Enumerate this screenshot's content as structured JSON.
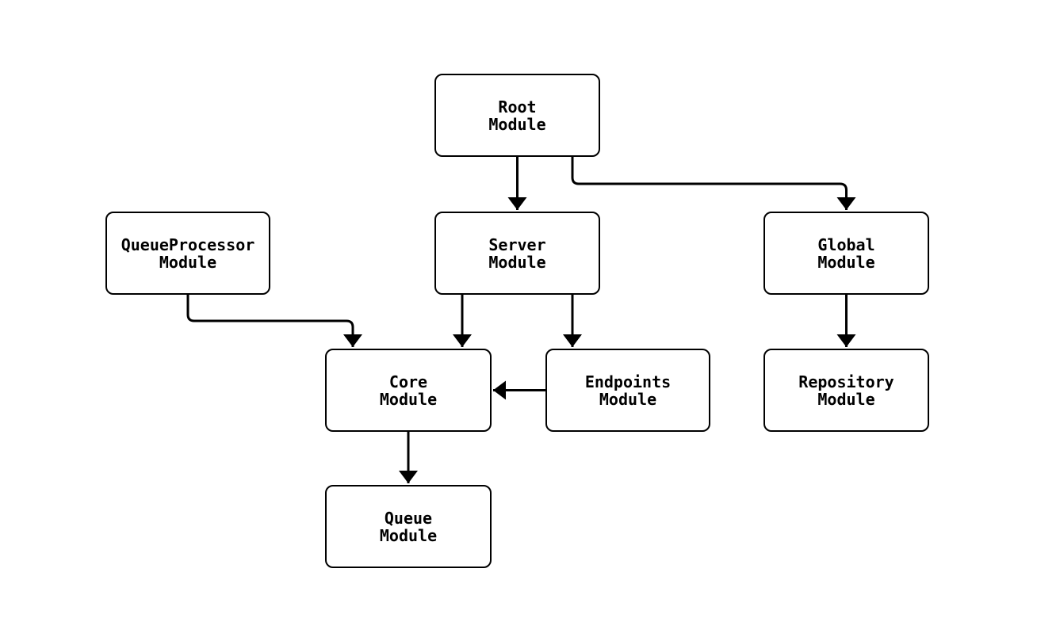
{
  "diagram": {
    "type": "flowchart",
    "background_color": "#ffffff",
    "stroke_color": "#000000",
    "node_fill_color": "#ffffff",
    "nodes": {
      "root": {
        "label": "Root\nModule"
      },
      "queueprocessor": {
        "label": "QueueProcessor\nModule"
      },
      "server": {
        "label": "Server\nModule"
      },
      "global": {
        "label": "Global\nModule"
      },
      "core": {
        "label": "Core\nModule"
      },
      "endpoints": {
        "label": "Endpoints\nModule"
      },
      "repository": {
        "label": "Repository\nModule"
      },
      "queue": {
        "label": "Queue\nModule"
      }
    },
    "edges": [
      {
        "from": "Root Module",
        "to": "Server Module"
      },
      {
        "from": "Root Module",
        "to": "Global Module"
      },
      {
        "from": "QueueProcessor Module",
        "to": "Core Module"
      },
      {
        "from": "Server Module",
        "to": "Core Module"
      },
      {
        "from": "Server Module",
        "to": "Endpoints Module"
      },
      {
        "from": "Endpoints Module",
        "to": "Core Module"
      },
      {
        "from": "Global Module",
        "to": "Repository Module"
      },
      {
        "from": "Core Module",
        "to": "Queue Module"
      }
    ]
  }
}
